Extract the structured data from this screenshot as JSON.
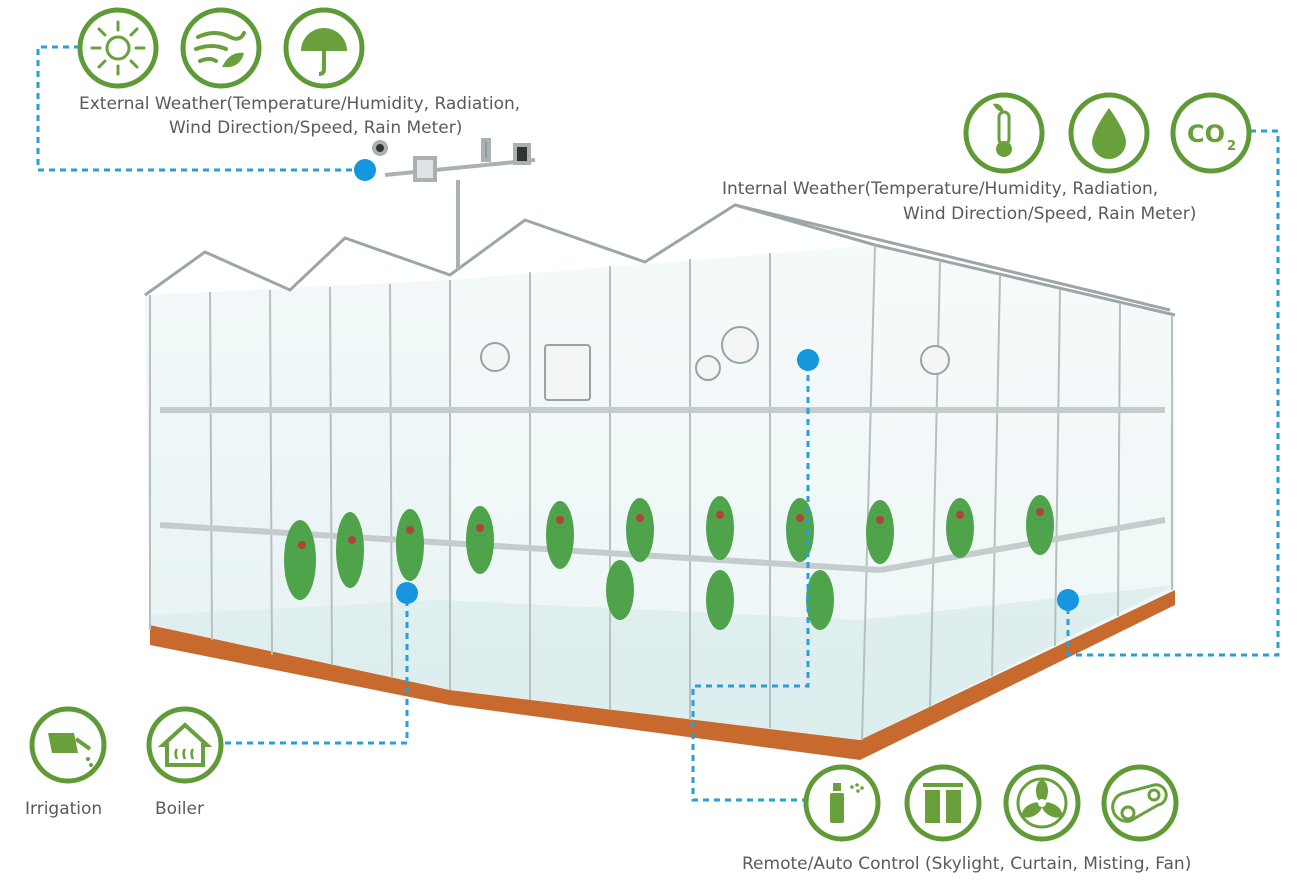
{
  "labels": {
    "external_line1": "External Weather(Temperature/Humidity, Radiation,",
    "external_line2": "Wind Direction/Speed, Rain Meter)",
    "internal_line1": "Internal Weather(Temperature/Humidity, Radiation,",
    "internal_line2": "Wind Direction/Speed, Rain Meter)",
    "irrigation": "Irrigation",
    "boiler": "Boiler",
    "remote_control": "Remote/Auto Control (Skylight, Curtain,  Misting, Fan)"
  },
  "icons": {
    "external": [
      "sun-icon",
      "wind-icon",
      "rain-gauge-icon"
    ],
    "internal": [
      "thermometer-icon",
      "water-drop-icon",
      "co2-icon"
    ],
    "bottom_left": [
      "watering-can-icon",
      "boiler-house-icon"
    ],
    "bottom_right": [
      "spray-bottle-icon",
      "curtain-icon",
      "fan-icon",
      "belt-drive-icon"
    ],
    "co2_text": "CO",
    "co2_sub": "2"
  },
  "colors": {
    "icon_green": "#6aa03c",
    "icon_ring": "#5e9a36",
    "connector_blue": "#2a9fd6",
    "marker_blue": "#1596de",
    "floor_brown": "#c8692d",
    "label_gray": "#5a5a5a"
  }
}
